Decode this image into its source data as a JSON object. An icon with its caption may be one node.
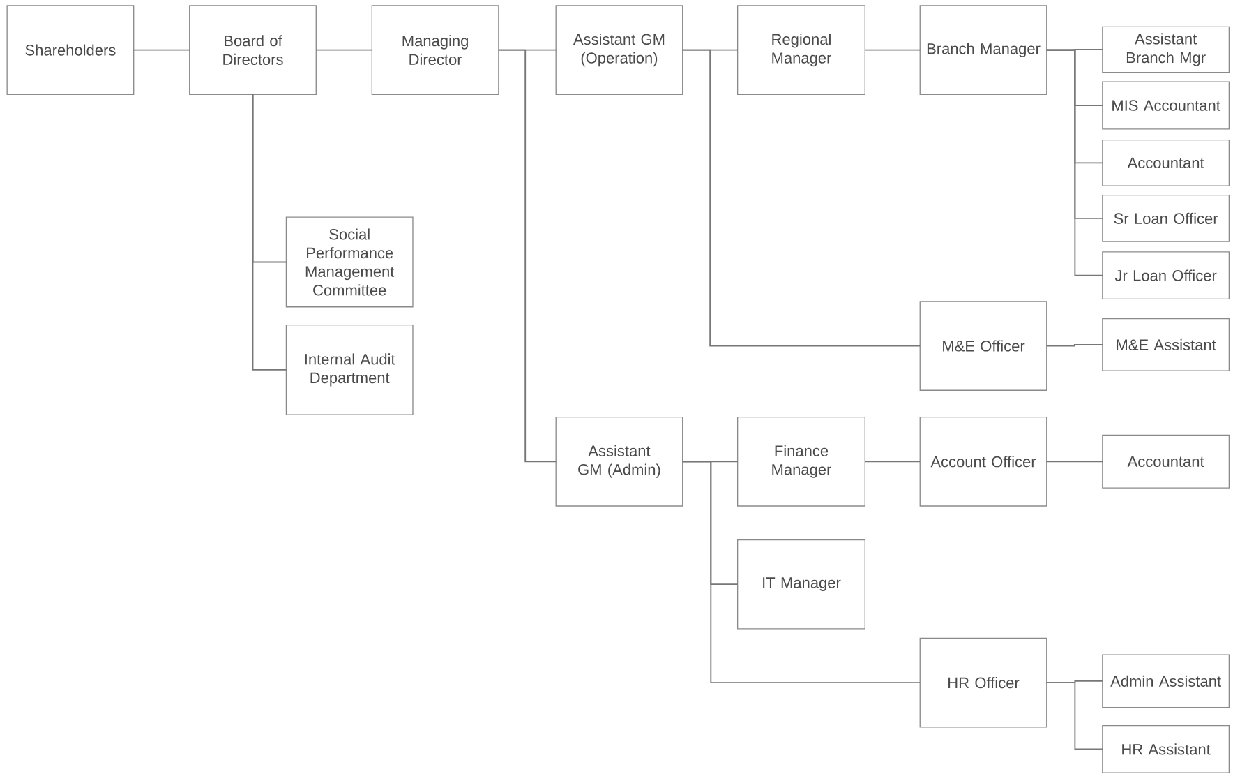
{
  "diagram": {
    "nodes": [
      {
        "text": [
          "Shareholders"
        ]
      },
      {
        "text": [
          "Board of Directors"
        ]
      },
      {
        "text": [
          "Managing Director"
        ]
      },
      {
        "text": [
          "Assistant GM (Operation)"
        ]
      },
      {
        "text": [
          "Regional Manager"
        ]
      },
      {
        "text": [
          "Branch Manager"
        ]
      },
      {
        "text": [
          "Assistant Branch Mgr"
        ]
      },
      {
        "text": [
          "MIS Accountant"
        ]
      },
      {
        "text": [
          "Accountant"
        ]
      },
      {
        "text": [
          "Sr Loan Officer"
        ]
      },
      {
        "text": [
          "Jr Loan Officer"
        ]
      },
      {
        "text": [
          "Social Performance Management Committee"
        ]
      },
      {
        "text": [
          "Internal Audit Department"
        ]
      },
      {
        "text": [
          "M&E Officer"
        ]
      },
      {
        "text": [
          "M&E Assistant"
        ]
      },
      {
        "text": [
          "Assistant GM (Admin)"
        ]
      },
      {
        "text": [
          "Finance Manager"
        ]
      },
      {
        "text": [
          "Account Officer"
        ]
      },
      {
        "text": [
          "Accountant"
        ]
      },
      {
        "text": [
          "IT Manager"
        ]
      },
      {
        "text": [
          "HR Officer"
        ]
      },
      {
        "text": [
          "Admin Assistant"
        ]
      },
      {
        "text": [
          "HR Assistant"
        ]
      }
    ],
    "edges": [
      {
        "from": 0,
        "to": 1,
        "arrow": "none"
      },
      {
        "from": 1,
        "to": 2,
        "arrow": "none"
      },
      {
        "from": 2,
        "to": 3,
        "arrow": "none"
      },
      {
        "from": 2,
        "to": 15,
        "arrow": "none"
      },
      {
        "from": 1,
        "to": 11,
        "arrow": "none"
      },
      {
        "from": 1,
        "to": 12,
        "arrow": "none"
      },
      {
        "from": 3,
        "to": 4,
        "arrow": "none"
      },
      {
        "from": 3,
        "to": 13,
        "arrow": "none"
      },
      {
        "from": 4,
        "to": 5,
        "arrow": "none"
      },
      {
        "from": 5,
        "to": 6,
        "arrow": "none"
      },
      {
        "from": 5,
        "to": 7,
        "arrow": "none"
      },
      {
        "from": 5,
        "to": 8,
        "arrow": "none"
      },
      {
        "from": 5,
        "to": 9,
        "arrow": "none"
      },
      {
        "from": 5,
        "to": 10,
        "arrow": "none"
      },
      {
        "from": 13,
        "to": 14,
        "arrow": "none"
      },
      {
        "from": 15,
        "to": 16,
        "arrow": "none"
      },
      {
        "from": 15,
        "to": 19,
        "arrow": "none"
      },
      {
        "from": 15,
        "to": 20,
        "arrow": "none"
      },
      {
        "from": 16,
        "to": 17,
        "arrow": "none"
      },
      {
        "from": 17,
        "to": 18,
        "arrow": "none"
      },
      {
        "from": 20,
        "to": 21,
        "arrow": "none"
      },
      {
        "from": 20,
        "to": 22,
        "arrow": "none"
      }
    ]
  }
}
